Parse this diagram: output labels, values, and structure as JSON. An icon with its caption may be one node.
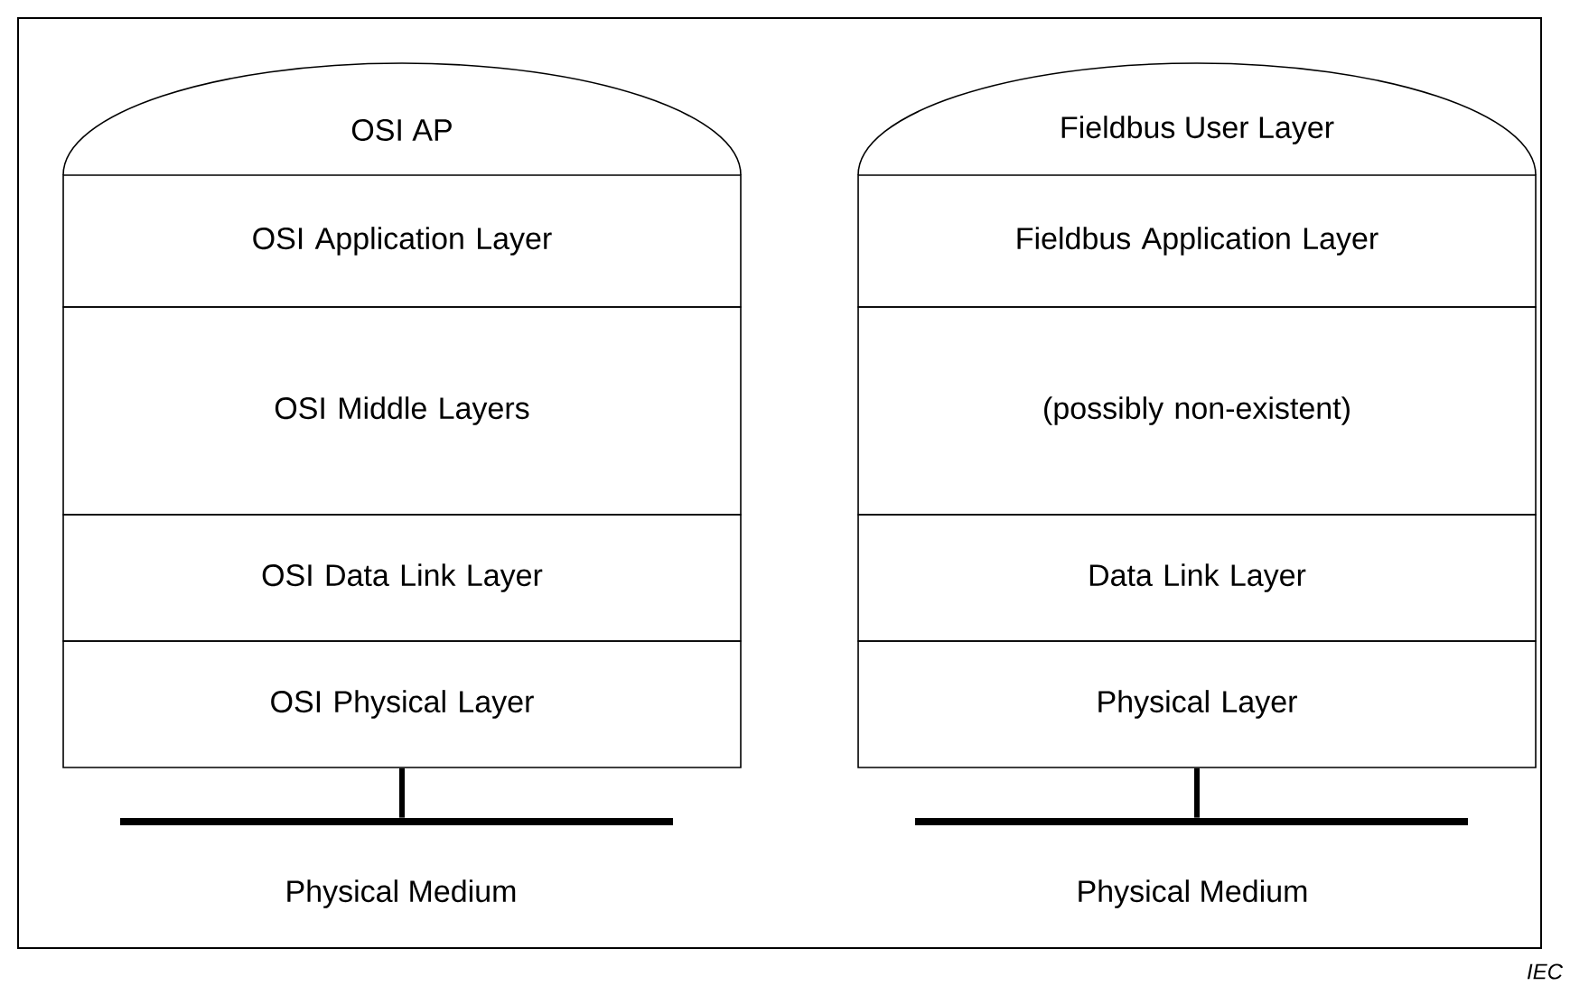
{
  "diagram": {
    "nodes": [
      {
        "text": [
          "OSI AP"
        ]
      },
      {
        "text": [
          "OSI Application Layer"
        ]
      },
      {
        "text": [
          "OSI Middle Layers"
        ]
      },
      {
        "text": [
          "OSI Data Link Layer"
        ]
      },
      {
        "text": [
          "OSI Physical Layer"
        ]
      },
      {
        "text": [
          "Fieldbus User Layer"
        ]
      },
      {
        "text": [
          "Fieldbus Application Layer"
        ]
      },
      {
        "text": [
          "(possibly non-existent)"
        ]
      },
      {
        "text": [
          "Data Link Layer"
        ]
      },
      {
        "text": [
          "Physical Layer"
        ]
      },
      {
        "text": [],
        "shape": "bar"
      },
      {
        "text": [],
        "shape": "bar"
      }
    ],
    "edges": [
      {
        "from": 4,
        "to": 10,
        "arrow": "none"
      },
      {
        "from": 9,
        "to": 11,
        "arrow": "none"
      }
    ],
    "labels": [
      "Physical Medium",
      "Physical Medium",
      "IEC"
    ]
  }
}
